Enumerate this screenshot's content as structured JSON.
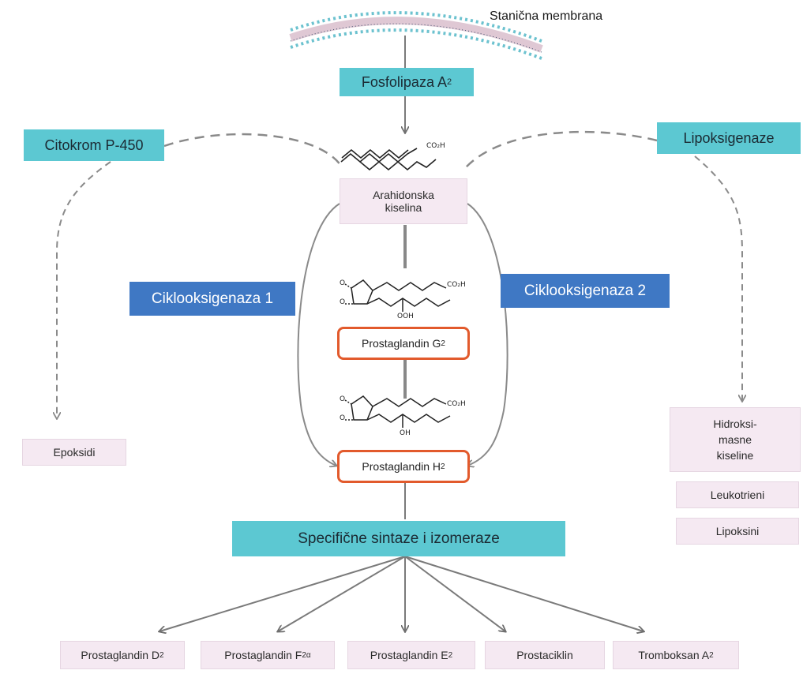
{
  "membrane": {
    "label": "Stanična membrana"
  },
  "enzymes": {
    "phospholipase": {
      "name": "Fosfolipaza A",
      "sub": "2"
    },
    "cytochrome": "Citokrom P-450",
    "lipoxygenase": "Lipoksigenaze",
    "cox1": "Ciklooksigenaza 1",
    "cox2": "Ciklooksigenaza 2",
    "synthases": "Specifične sintaze i izomeraze"
  },
  "compounds": {
    "arachidonic": {
      "line1": "Arahidonska",
      "line2": "kiselina"
    },
    "pgg2": {
      "name": "Prostaglandin G",
      "sub": "2"
    },
    "pgh2": {
      "name": "Prostaglandin H",
      "sub": "2"
    },
    "epoxides": "Epoksidi",
    "hydroxy": {
      "line1": "Hidroksi-",
      "line2": "masne",
      "line3": "kiseline"
    },
    "leukotrienes": "Leukotrieni",
    "lipoxins": "Lipoksini"
  },
  "chem_labels": {
    "co2h": "CO₂H",
    "ooh": "OOH",
    "oh": "OH",
    "o": "O"
  },
  "products": [
    {
      "name": "Prostaglandin D",
      "sub": "2"
    },
    {
      "name": "Prostaglandin F",
      "sub": "2α"
    },
    {
      "name": "Prostaglandin E",
      "sub": "2"
    },
    {
      "name": "Prostaciklin",
      "sub": ""
    },
    {
      "name": "Tromboksan A",
      "sub": "2"
    }
  ],
  "colors": {
    "teal": "#5cc8d2",
    "blue": "#3f78c4",
    "pink": "#f5e9f2",
    "orange": "#e25a2c",
    "arrow": "#7a7a7a"
  }
}
